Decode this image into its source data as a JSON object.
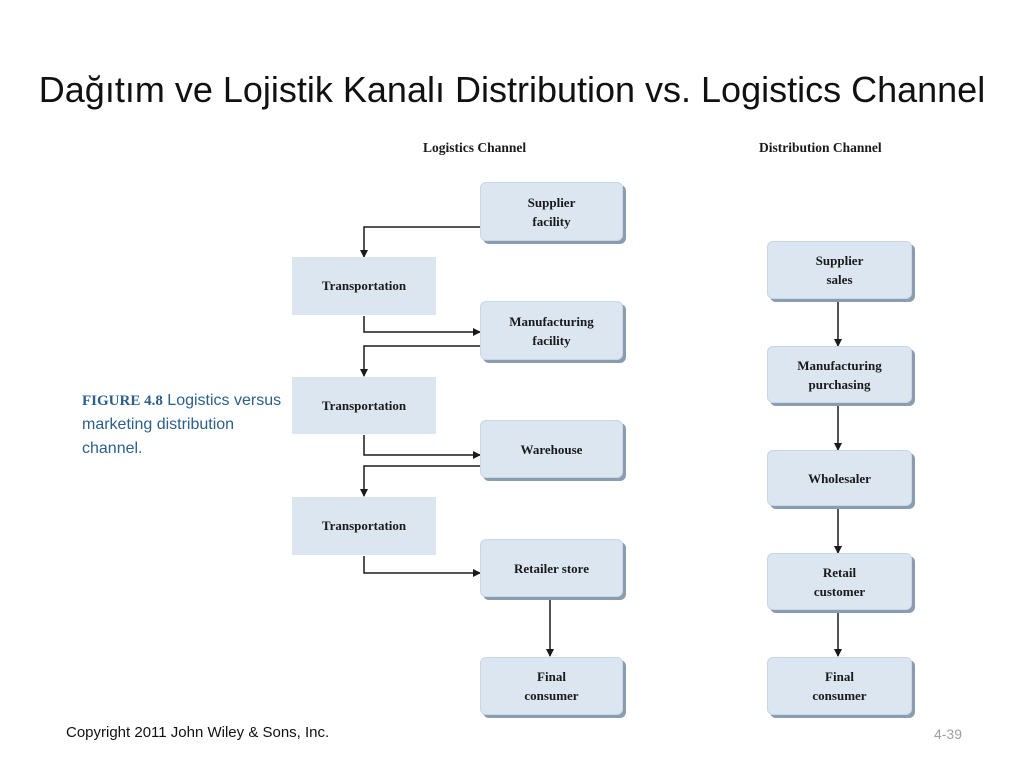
{
  "title": "Dağıtım ve Lojistik Kanalı Distribution vs. Logistics Channel",
  "logistics_channel": {
    "heading": "Logistics Channel",
    "nodes": [
      "Supplier\nfacility",
      "Manufacturing\nfacility",
      "Warehouse",
      "Retailer store",
      "Final\nconsumer"
    ],
    "transport": [
      "Transportation",
      "Transportation",
      "Transportation"
    ]
  },
  "distribution_channel": {
    "heading": "Distribution Channel",
    "nodes": [
      "Supplier\nsales",
      "Manufacturing\npurchasing",
      "Wholesaler",
      "Retail\ncustomer",
      "Final\nconsumer"
    ]
  },
  "caption": {
    "label": "FIGURE 4.8",
    "text": "Logistics versus marketing distribution channel."
  },
  "footer": {
    "copyright": "Copyright 2011 John Wiley & Sons, Inc.",
    "page": "4-39"
  }
}
